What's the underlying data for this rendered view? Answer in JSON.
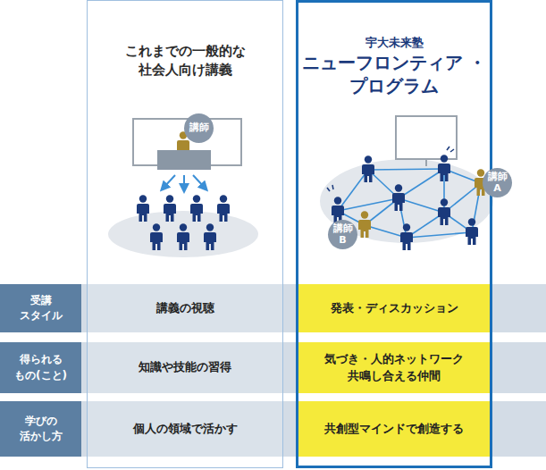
{
  "diagram": {
    "nodes": [
      {
        "text": [
          "これまでの一般的な 社会人向け講義"
        ]
      },
      {
        "text": [
          "宇大未来塾",
          "ニューフロンティア ・プログラム"
        ]
      },
      {
        "text": [
          "講師"
        ],
        "in": 0
      },
      {
        "text": [
          "講師 A"
        ],
        "in": 1
      },
      {
        "text": [
          "講師 B"
        ],
        "in": 1
      },
      {
        "text": [
          "受講 スタイル"
        ]
      },
      {
        "text": [
          "講義の視聴"
        ],
        "in": 0
      },
      {
        "text": [
          "発表・ディスカッション"
        ],
        "in": 1
      },
      {
        "text": [
          "得られる もの(こと)"
        ]
      },
      {
        "text": [
          "知識や技能の習得"
        ],
        "in": 0
      },
      {
        "text": [
          "気づき・人的ネットワーク 共鳴し合える仲間"
        ],
        "in": 1
      },
      {
        "text": [
          "学びの 活かし方"
        ]
      },
      {
        "text": [
          "個人の領域で活かす"
        ],
        "in": 0
      },
      {
        "text": [
          "共創型マインドで創造する"
        ],
        "in": 1
      }
    ]
  }
}
